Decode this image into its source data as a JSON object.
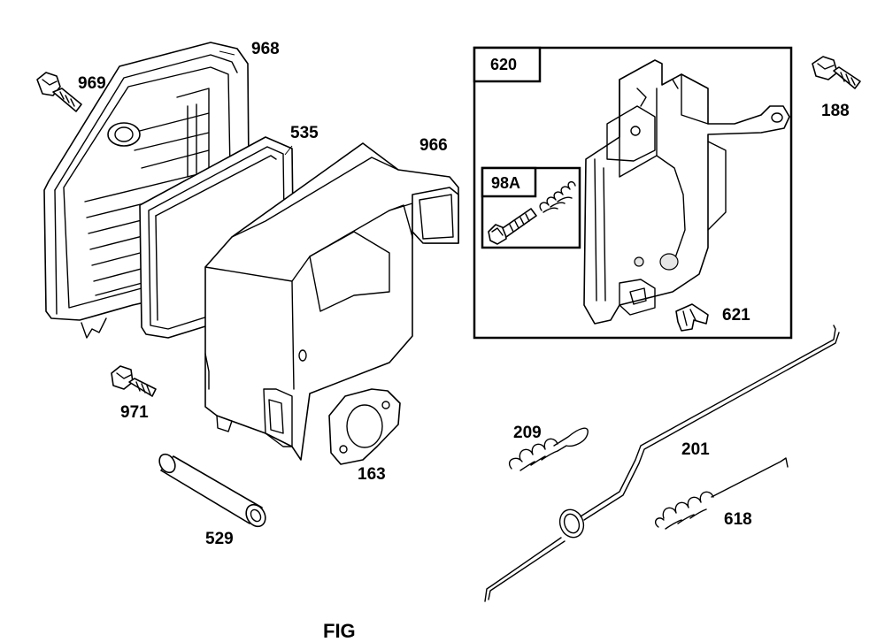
{
  "diagram": {
    "parts": {
      "p968": "968",
      "p969": "969",
      "p535": "535",
      "p966": "966",
      "p971": "971",
      "p163": "163",
      "p529": "529",
      "p620": "620",
      "p98a": "98A",
      "p188": "188",
      "p621": "621",
      "p209": "209",
      "p201": "201",
      "p618": "618"
    },
    "footer_text": "FIG"
  }
}
